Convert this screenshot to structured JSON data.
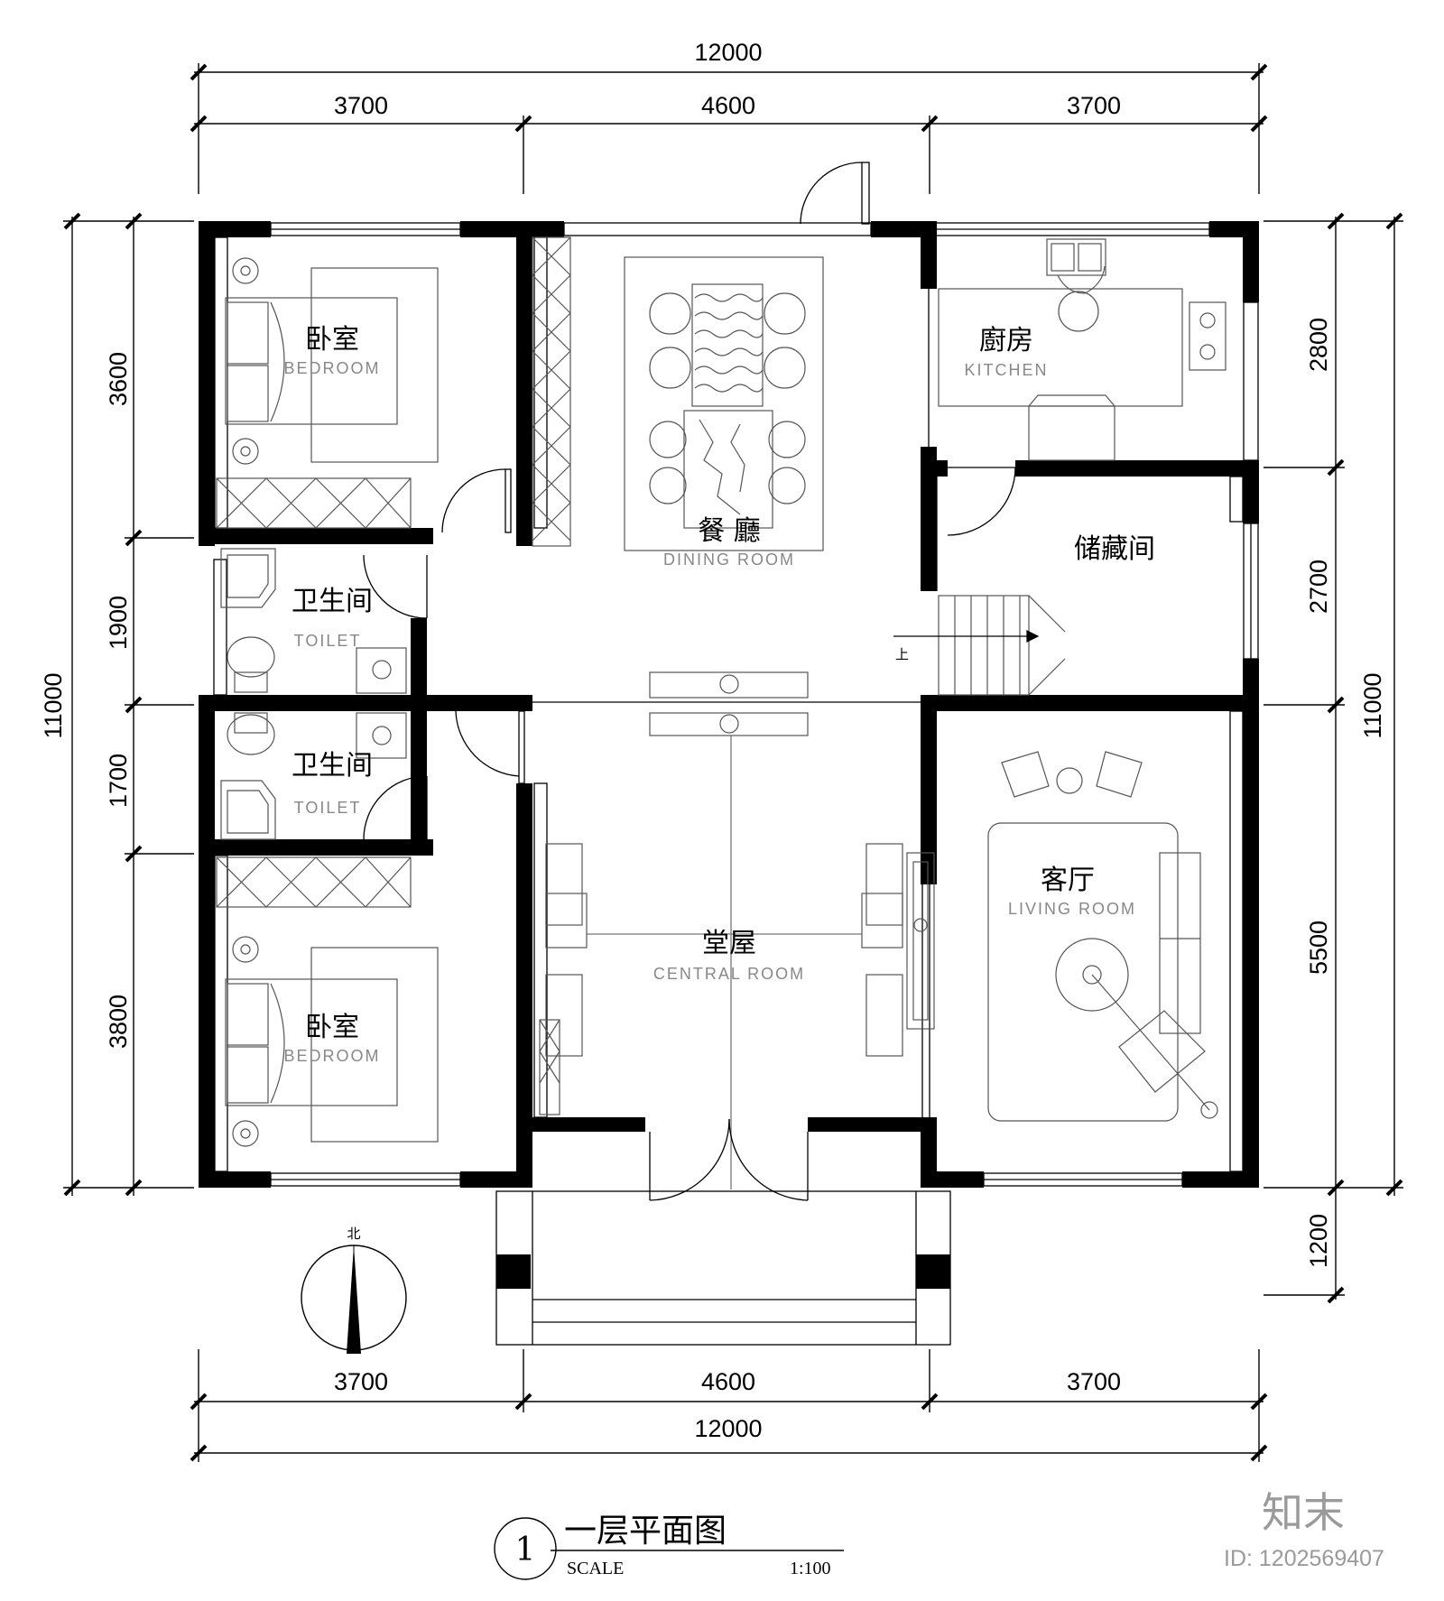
{
  "dimensions": {
    "top_total": "12000",
    "top_segments": [
      "3700",
      "4600",
      "3700"
    ],
    "bottom_segments": [
      "3700",
      "4600",
      "3700"
    ],
    "bottom_total": "12000",
    "left_total": "11000",
    "left_segments": [
      "3600",
      "1900",
      "1700",
      "3800"
    ],
    "right_total": "11000",
    "right_segments": [
      "2800",
      "2700",
      "5500",
      "1200"
    ]
  },
  "rooms": {
    "bedroom_north": {
      "cn": "卧室",
      "en": "BEDROOM"
    },
    "dining": {
      "cn": "餐  廳",
      "en": "DINING ROOM"
    },
    "kitchen": {
      "cn": "廚房",
      "en": "KITCHEN"
    },
    "storage": {
      "cn": "储藏间",
      "en": ""
    },
    "toilet_north": {
      "cn": "卫生间",
      "en": "TOILET"
    },
    "toilet_south": {
      "cn": "卫生间",
      "en": "TOILET"
    },
    "central": {
      "cn": "堂屋",
      "en": "CENTRAL ROOM"
    },
    "living": {
      "cn": "客厅",
      "en": "LIVING ROOM"
    },
    "bedroom_south": {
      "cn": "卧室",
      "en": "BEDROOM"
    }
  },
  "stair_label": "上",
  "north_label": "北",
  "drawing_title": {
    "number": "1",
    "name": "一层平面图",
    "scale_label": "SCALE",
    "scale_value": "1:100"
  },
  "watermark": {
    "brand": "知末",
    "id_text": "ID: 1202569407"
  },
  "colors": {
    "wall": "#000000",
    "line": "#000000",
    "furniture": "#555555",
    "watermark": "#9a9a9a"
  }
}
